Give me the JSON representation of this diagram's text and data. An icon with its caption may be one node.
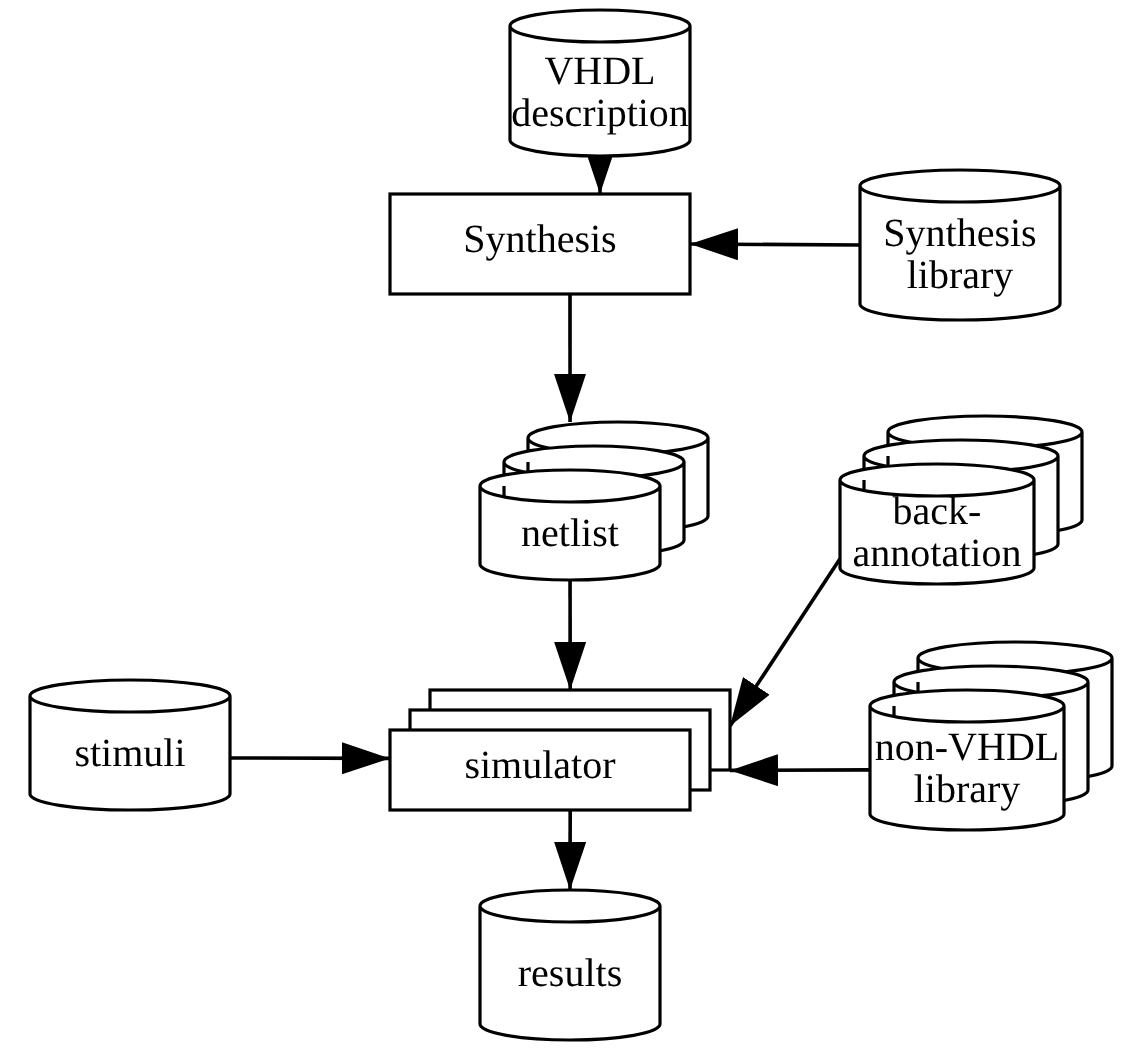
{
  "diagram": {
    "nodes": [
      {
        "text": [
          "VHDL description"
        ]
      },
      {
        "text": [
          "Synthesis"
        ]
      },
      {
        "text": [
          "Synthesis library"
        ]
      },
      {
        "text": [
          "netlist"
        ]
      },
      {
        "text": [
          "back-annotation"
        ]
      },
      {
        "text": [
          "stimuli"
        ]
      },
      {
        "text": [
          "simulator"
        ]
      },
      {
        "text": [
          "non-VHDL library"
        ]
      },
      {
        "text": [
          "results"
        ]
      }
    ],
    "edges": [
      {
        "from": 0,
        "to": 1,
        "arrow": "to"
      },
      {
        "from": 2,
        "to": 1,
        "arrow": "to"
      },
      {
        "from": 1,
        "to": 3,
        "arrow": "to"
      },
      {
        "from": 3,
        "to": 6,
        "arrow": "to"
      },
      {
        "from": 4,
        "to": 6,
        "arrow": "to"
      },
      {
        "from": 5,
        "to": 6,
        "arrow": "to"
      },
      {
        "from": 7,
        "to": 6,
        "arrow": "to"
      },
      {
        "from": 6,
        "to": 8,
        "arrow": "to"
      }
    ]
  }
}
